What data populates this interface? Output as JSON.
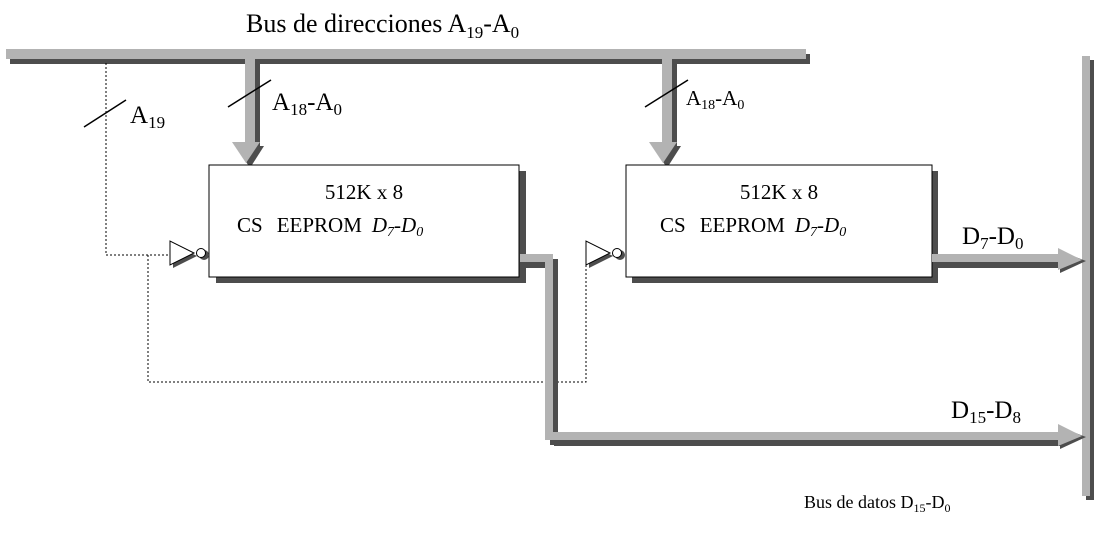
{
  "title": {
    "main": "Bus de direcciones A",
    "sub1": "19",
    "dash": "-A",
    "sub2": "0"
  },
  "addr_label_a19": {
    "main": "A",
    "sub": "19"
  },
  "addr_label_left": {
    "main": "A",
    "sub1": "18",
    "dash": "-A",
    "sub2": "0"
  },
  "addr_label_right": {
    "main": "A",
    "sub1": "18",
    "dash": "-A",
    "sub2": "0"
  },
  "chip_left": {
    "line1": "512K x 8",
    "cs": "CS",
    "type": "EEPROM",
    "d_main1": "D",
    "d_sub1": "7",
    "d_dash": "-D",
    "d_sub2": "0"
  },
  "chip_right": {
    "line1": "512K x 8",
    "cs": "CS",
    "type": "EEPROM",
    "d_main1": "D",
    "d_sub1": "7",
    "d_dash": "-D",
    "d_sub2": "0"
  },
  "data_low": {
    "main": "D",
    "sub1": "7",
    "dash": "-D",
    "sub2": "0"
  },
  "data_high": {
    "main": "D",
    "sub1": "15",
    "dash": "-D",
    "sub2": "8"
  },
  "data_bus": {
    "main": "Bus de datos D",
    "sub1": "15",
    "dash": "-D",
    "sub2": "0"
  },
  "colors": {
    "bus": "#b3b3b3",
    "shadow": "#4d4d4d",
    "line": "#000000"
  }
}
